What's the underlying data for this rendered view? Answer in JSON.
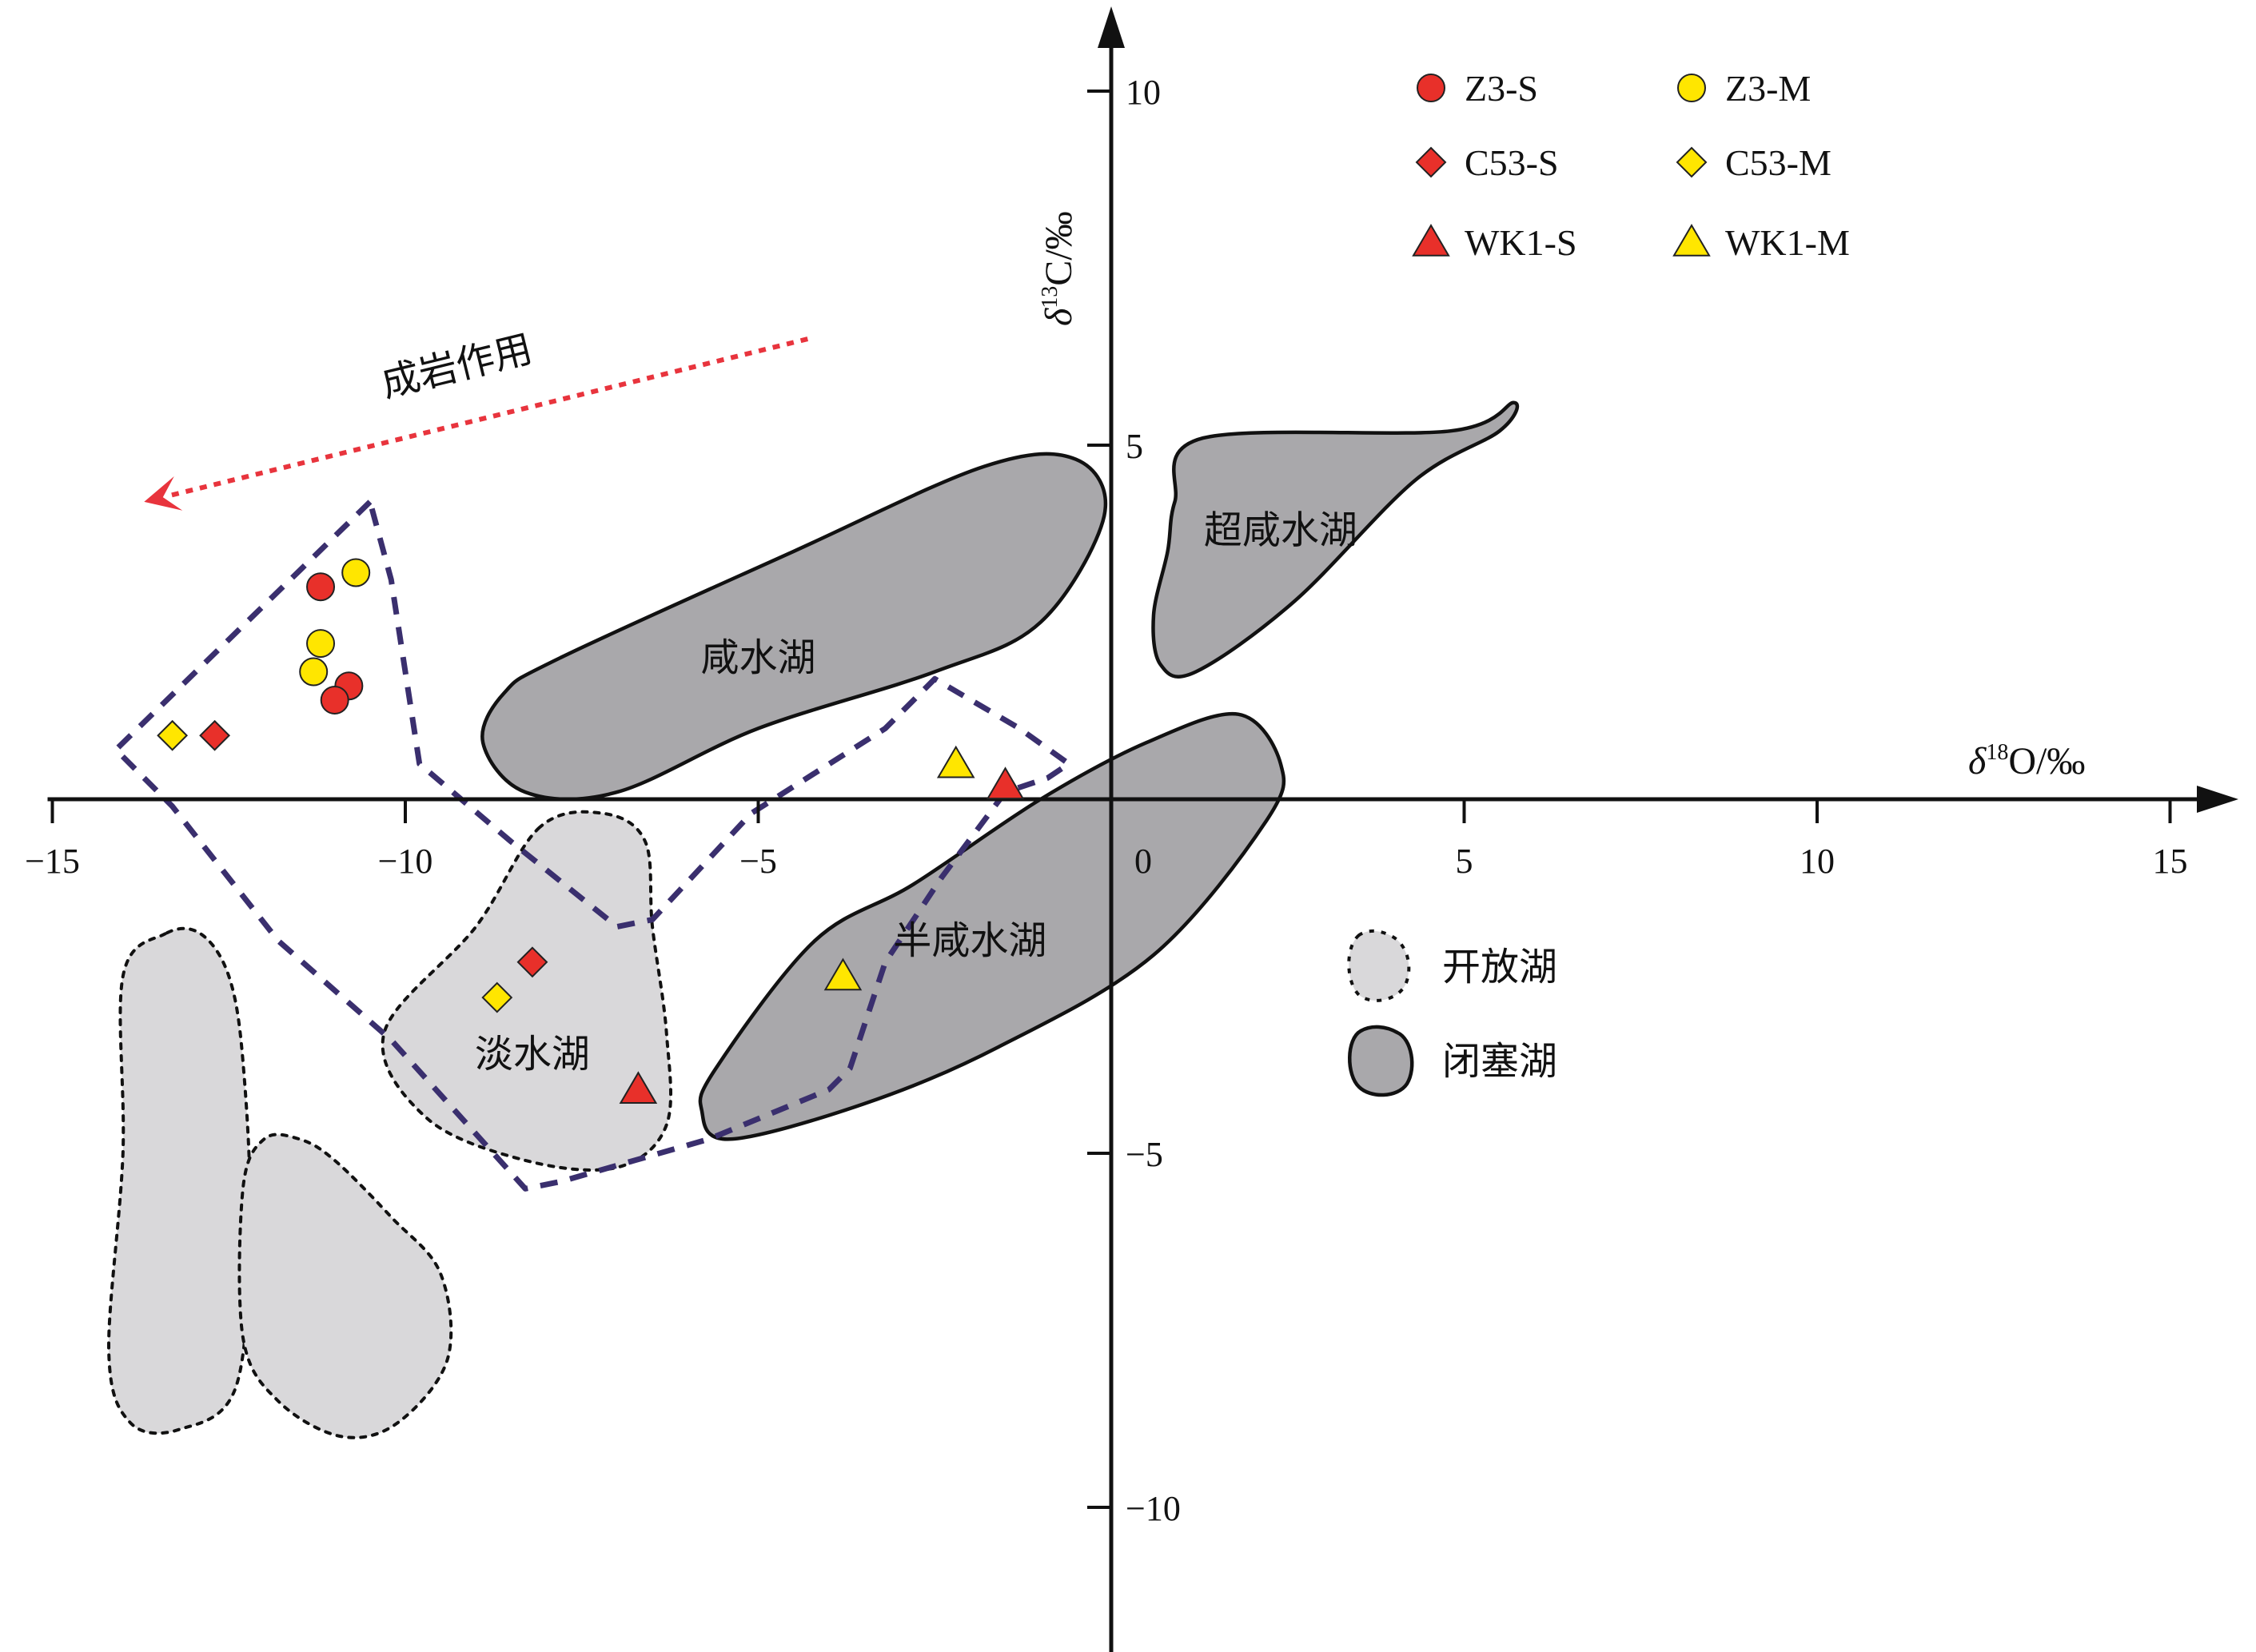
{
  "chart_data": {
    "type": "scatter",
    "xlabel_prefix": "δ",
    "xlabel_sup": "18",
    "xlabel_suffix": "O/‰",
    "ylabel_prefix": "δ",
    "ylabel_sup": "13",
    "ylabel_suffix": "C/‰",
    "xlim": [
      -15,
      15
    ],
    "ylim": [
      -12,
      11
    ],
    "x_ticks": [
      {
        "value": -15,
        "label": "−15"
      },
      {
        "value": -10,
        "label": "−10"
      },
      {
        "value": -5,
        "label": "−5"
      },
      {
        "value": 0,
        "label": "0"
      },
      {
        "value": 5,
        "label": "5"
      },
      {
        "value": 10,
        "label": "10"
      },
      {
        "value": 15,
        "label": "15"
      }
    ],
    "y_ticks": [
      {
        "value": 10,
        "label": "10"
      },
      {
        "value": 5,
        "label": "5"
      },
      {
        "value": -5,
        "label": "−5"
      },
      {
        "value": -10,
        "label": "−10"
      }
    ],
    "series": [
      {
        "name": "Z3-S",
        "marker": "circle",
        "color": "#e8302a",
        "points": [
          [
            -11.2,
            3.0
          ],
          [
            -10.8,
            1.6
          ],
          [
            -11.0,
            1.4
          ]
        ]
      },
      {
        "name": "Z3-M",
        "marker": "circle",
        "color": "#ffe600",
        "points": [
          [
            -10.7,
            3.2
          ],
          [
            -11.2,
            2.2
          ],
          [
            -11.3,
            1.8
          ]
        ]
      },
      {
        "name": "C53-S",
        "marker": "diamond",
        "color": "#e8302a",
        "points": [
          [
            -12.7,
            0.9
          ],
          [
            -8.2,
            -2.3
          ]
        ]
      },
      {
        "name": "C53-M",
        "marker": "diamond",
        "color": "#ffe600",
        "points": [
          [
            -13.3,
            0.9
          ],
          [
            -8.7,
            -2.8
          ]
        ]
      },
      {
        "name": "WK1-S",
        "marker": "triangle",
        "color": "#e8302a",
        "points": [
          [
            -1.5,
            0.2
          ],
          [
            -6.7,
            -4.1
          ]
        ]
      },
      {
        "name": "WK1-M",
        "marker": "triangle",
        "color": "#ffe600",
        "points": [
          [
            -2.2,
            0.5
          ],
          [
            -3.8,
            -2.5
          ]
        ]
      }
    ],
    "regions": [
      {
        "label": "咸水湖",
        "kind": "closed",
        "label_at": [
          -5.0,
          2.0
        ],
        "points": [
          [
            -8.3,
            0.1
          ],
          [
            -8.9,
            0.8
          ],
          [
            -8.6,
            1.5
          ],
          [
            -7.8,
            2.0
          ],
          [
            -4.5,
            3.5
          ],
          [
            -1.8,
            4.7
          ],
          [
            -0.5,
            4.8
          ],
          [
            -0.1,
            4.0
          ],
          [
            -1.0,
            2.5
          ],
          [
            -2.5,
            1.8
          ],
          [
            -5.0,
            1.0
          ],
          [
            -7.0,
            0.1
          ]
        ]
      },
      {
        "label": "超咸水湖",
        "kind": "closed",
        "label_at": [
          2.4,
          3.8
        ],
        "points": [
          [
            1.3,
            5.1
          ],
          [
            4.8,
            5.2
          ],
          [
            5.7,
            5.6
          ],
          [
            5.5,
            5.2
          ],
          [
            4.3,
            4.5
          ],
          [
            2.6,
            2.8
          ],
          [
            1.2,
            1.8
          ],
          [
            0.7,
            1.9
          ],
          [
            0.6,
            2.6
          ],
          [
            0.8,
            3.5
          ],
          [
            0.9,
            4.2
          ]
        ]
      },
      {
        "label": "半咸水湖",
        "kind": "closed",
        "label_at": [
          -2.0,
          -2.0
        ],
        "points": [
          [
            -5.4,
            -4.8
          ],
          [
            -5.8,
            -4.4
          ],
          [
            -5.6,
            -3.8
          ],
          [
            -4.2,
            -2.0
          ],
          [
            -2.8,
            -1.2
          ],
          [
            -1.0,
            0.0
          ],
          [
            0.5,
            0.8
          ],
          [
            1.8,
            1.2
          ],
          [
            2.4,
            0.5
          ],
          [
            2.2,
            -0.3
          ],
          [
            0.6,
            -2.2
          ],
          [
            -1.6,
            -3.5
          ],
          [
            -3.5,
            -4.3
          ]
        ]
      },
      {
        "label": "淡水湖",
        "kind": "open",
        "label_at": [
          -8.2,
          -3.6
        ],
        "points": [
          [
            -8.1,
            -0.4
          ],
          [
            -9.0,
            -1.8
          ],
          [
            -10.3,
            -3.3
          ],
          [
            -9.7,
            -4.5
          ],
          [
            -8.3,
            -5.1
          ],
          [
            -7.0,
            -5.2
          ],
          [
            -6.3,
            -4.6
          ],
          [
            -6.3,
            -3.3
          ],
          [
            -6.5,
            -1.8
          ],
          [
            -6.6,
            -0.6
          ],
          [
            -7.2,
            -0.2
          ]
        ]
      },
      {
        "label": "",
        "kind": "open",
        "label_at": null,
        "points": [
          [
            -13.4,
            -1.9
          ],
          [
            -14.0,
            -2.5
          ],
          [
            -14.0,
            -5.0
          ],
          [
            -14.2,
            -7.8
          ],
          [
            -13.9,
            -8.8
          ],
          [
            -13.2,
            -8.9
          ],
          [
            -12.4,
            -8.3
          ],
          [
            -12.2,
            -6.0
          ],
          [
            -12.3,
            -3.7
          ],
          [
            -12.5,
            -2.5
          ],
          [
            -12.9,
            -1.9
          ]
        ]
      },
      {
        "label": "",
        "kind": "open",
        "label_at": null,
        "points": [
          [
            -12.0,
            -4.8
          ],
          [
            -12.3,
            -5.5
          ],
          [
            -12.3,
            -7.6
          ],
          [
            -11.8,
            -8.5
          ],
          [
            -10.9,
            -9.0
          ],
          [
            -10.1,
            -8.8
          ],
          [
            -9.4,
            -7.9
          ],
          [
            -9.5,
            -6.7
          ],
          [
            -10.2,
            -5.9
          ],
          [
            -11.0,
            -5.1
          ],
          [
            -11.5,
            -4.8
          ]
        ]
      }
    ],
    "envelopes": [
      {
        "points": [
          [
            -10.5,
            4.2
          ],
          [
            -14.1,
            0.7
          ],
          [
            -13.3,
            -0.1
          ],
          [
            -11.8,
            -2.0
          ],
          [
            -10.2,
            -3.4
          ],
          [
            -8.3,
            -5.5
          ],
          [
            -7.8,
            -5.4
          ],
          [
            -5.7,
            -4.8
          ],
          [
            -4.0,
            -4.1
          ],
          [
            -3.7,
            -3.8
          ],
          [
            -3.2,
            -2.3
          ],
          [
            -2.4,
            -1.1
          ],
          [
            -1.5,
            0.1
          ],
          [
            -0.9,
            0.3
          ],
          [
            -0.6,
            0.5
          ],
          [
            -1.3,
            1.0
          ],
          [
            -2.5,
            1.7
          ],
          [
            -3.2,
            1.0
          ],
          [
            -5.1,
            -0.2
          ],
          [
            -6.5,
            -1.7
          ],
          [
            -7.0,
            -1.8
          ],
          [
            -8.5,
            -0.6
          ],
          [
            -9.8,
            0.5
          ],
          [
            -10.0,
            1.8
          ],
          [
            -10.2,
            3.1
          ]
        ]
      }
    ],
    "diagenesis_arrow": {
      "label": "成岩作用",
      "from": [
        -4.3,
        6.5
      ],
      "to": [
        -13.7,
        4.2
      ]
    },
    "legend": [
      {
        "label": "Z3-S",
        "marker": "circle",
        "color": "#e8302a"
      },
      {
        "label": "Z3-M",
        "marker": "circle",
        "color": "#ffe600"
      },
      {
        "label": "C53-S",
        "marker": "diamond",
        "color": "#e8302a"
      },
      {
        "label": "C53-M",
        "marker": "diamond",
        "color": "#ffe600"
      },
      {
        "label": "WK1-S",
        "marker": "triangle",
        "color": "#e8302a"
      },
      {
        "label": "WK1-M",
        "marker": "triangle",
        "color": "#ffe600"
      }
    ],
    "region_legend": [
      {
        "label": "开放湖",
        "kind": "open"
      },
      {
        "label": "闭塞湖",
        "kind": "closed"
      }
    ],
    "colors": {
      "open_fill": "#d9d8da",
      "closed_fill": "#a9a8ab",
      "envelope_stroke": "#3a2f6e",
      "arrow": "#e8343d",
      "red_marker": "#e8302a",
      "yellow_marker": "#ffe600"
    },
    "grid": false,
    "legend_placement": "top-right"
  }
}
